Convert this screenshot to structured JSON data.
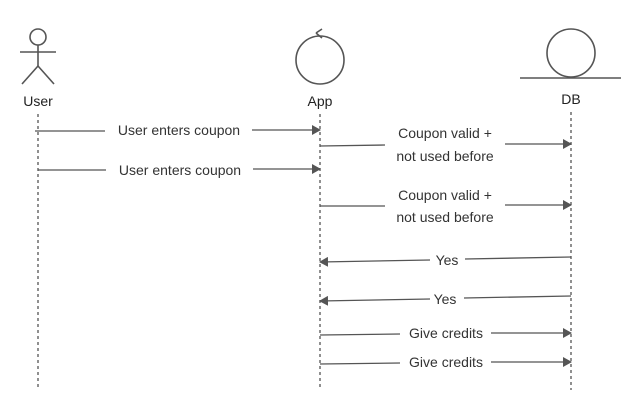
{
  "participants": {
    "user": "User",
    "app": "App",
    "db": "DB"
  },
  "messages": [
    {
      "label": "User enters coupon",
      "from": "user",
      "to": "app"
    },
    {
      "label": "Coupon valid +",
      "label2": "not used before",
      "from": "app",
      "to": "db"
    },
    {
      "label": "User enters coupon",
      "from": "user",
      "to": "app"
    },
    {
      "label": "Coupon valid +",
      "label2": "not used before",
      "from": "app",
      "to": "db"
    },
    {
      "label": "Yes",
      "from": "db",
      "to": "app"
    },
    {
      "label": "Yes",
      "from": "db",
      "to": "app"
    },
    {
      "label": "Give credits",
      "from": "app",
      "to": "db"
    },
    {
      "label": "Give credits",
      "from": "app",
      "to": "db"
    }
  ],
  "colors": {
    "line": "#555555",
    "text": "#333333",
    "background": "#ffffff"
  }
}
